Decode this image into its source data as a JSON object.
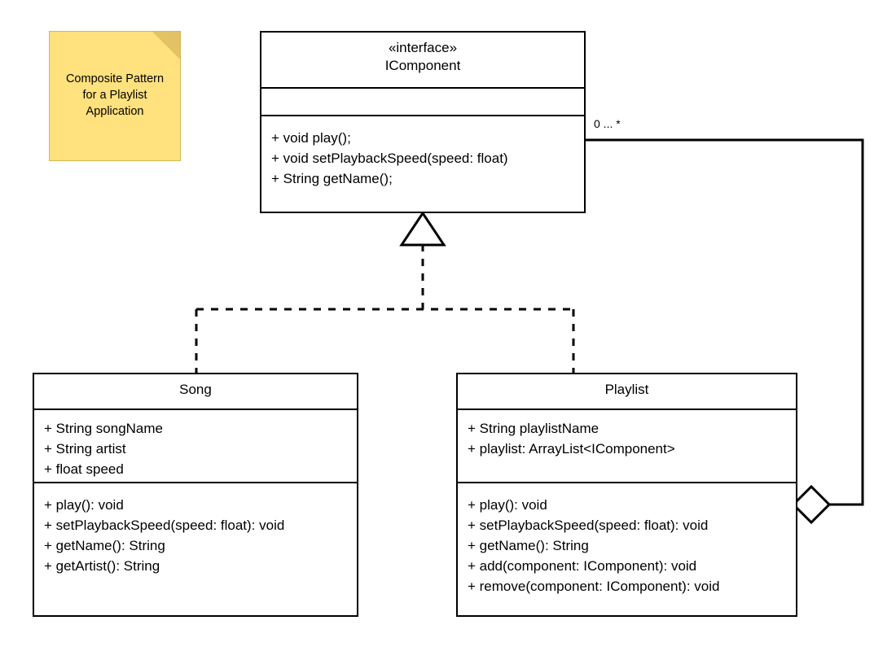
{
  "diagram": {
    "title_note": {
      "text": "Composite Pattern\nfor a Playlist\nApplication",
      "fill_color": "#ffe17d",
      "border_color": "#d6b656",
      "fold_color": "#e3c266"
    },
    "classes": [
      {
        "id": "icomponent",
        "stereotype": "«interface»",
        "name": "IComponent",
        "attributes": [],
        "operations": [
          "+ void play();",
          "+ void setPlaybackSpeed(speed: float)",
          "+ String getName();"
        ]
      },
      {
        "id": "song",
        "stereotype": "",
        "name": "Song",
        "attributes": [
          "+ String songName",
          "+ String artist",
          "+ float speed"
        ],
        "operations": [
          "+ play(): void",
          "+ setPlaybackSpeed(speed: float): void",
          "+ getName(): String",
          "+ getArtist(): String"
        ]
      },
      {
        "id": "playlist",
        "stereotype": "",
        "name": "Playlist",
        "attributes": [
          "+ String playlistName",
          "+ playlist: ArrayList<IComponent>"
        ],
        "operations": [
          "+ play(): void",
          "+ setPlaybackSpeed(speed: float): void",
          "+ getName(): String",
          "+ add(component: IComponent): void",
          "+ remove(component: IComponent): void"
        ]
      }
    ],
    "relationships": [
      {
        "id": "realization-song",
        "type": "realization",
        "from": "Song",
        "to": "IComponent",
        "line_style": "dashed",
        "head": "hollow-triangle"
      },
      {
        "id": "realization-playlist",
        "type": "realization",
        "from": "Playlist",
        "to": "IComponent",
        "line_style": "dashed",
        "head": "hollow-triangle"
      },
      {
        "id": "aggregation-playlist-icomponent",
        "type": "aggregation",
        "from": "Playlist",
        "to": "IComponent",
        "line_style": "solid",
        "head": "hollow-diamond",
        "multiplicity_label": "0 ... *"
      }
    ],
    "stroke_color": "#000000",
    "background_color": "#ffffff"
  }
}
